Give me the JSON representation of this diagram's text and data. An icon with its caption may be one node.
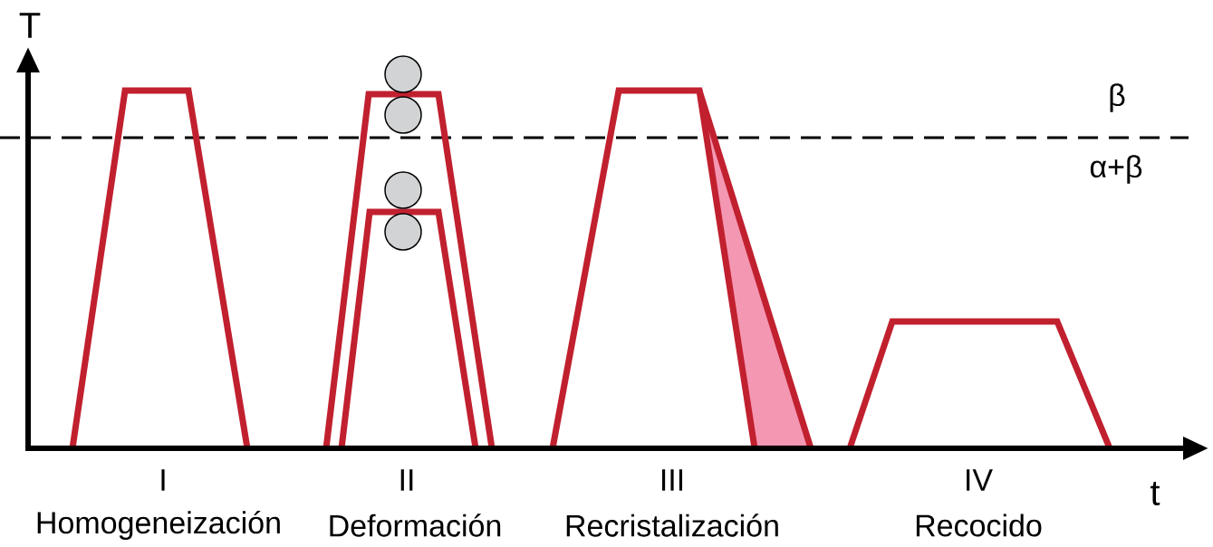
{
  "diagram": {
    "labels": [
      "T",
      "β",
      "α+β",
      "I",
      "II",
      "III",
      "IV",
      "t",
      "Homogeneización",
      "Deformación",
      "Recristalización",
      "Recocido"
    ]
  }
}
